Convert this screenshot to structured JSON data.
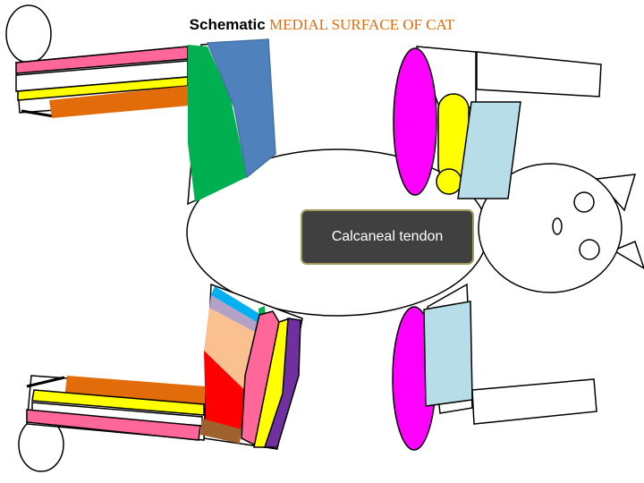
{
  "title": {
    "prefix": "Schematic",
    "main": "MEDIAL SURFACE OF CAT"
  },
  "label": "Calcaneal tendon",
  "colors": {
    "pink": "#FF6699",
    "yellow": "#FFFF00",
    "orange": "#E36C0A",
    "green": "#00B050",
    "blue": "#4F81BD",
    "magenta": "#FF00FF",
    "light_blue": "#B7DEE8",
    "red": "#FF0000",
    "peach": "#FAC090",
    "lavender": "#B3A2C7",
    "cyan": "#00B0F0",
    "purple": "#7030A0",
    "brown": "#A0622D",
    "label_bg": "#404040",
    "label_border": "#A29C5E",
    "title_accent": "#E36C0A"
  }
}
